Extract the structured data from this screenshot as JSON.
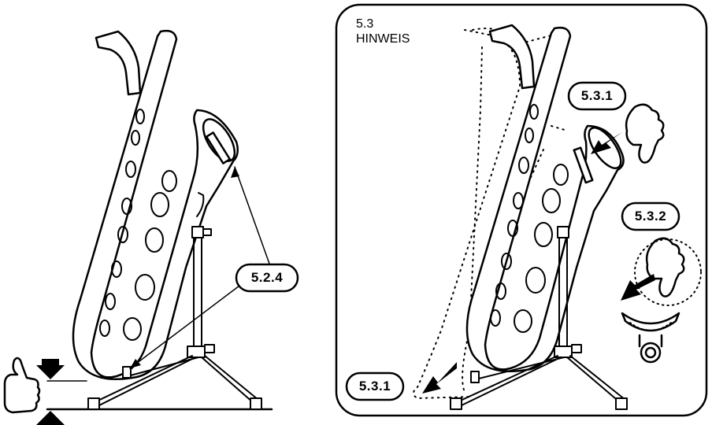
{
  "left_panel": {
    "callout_label": "5.2.4"
  },
  "right_panel": {
    "section_number": "5.3",
    "section_title": "HINWEIS",
    "callout_top": "5.3.1",
    "callout_bottom": "5.3.1",
    "callout_right": "5.3.2"
  },
  "colors": {
    "line": "#000000",
    "background": "#ffffff"
  },
  "icons": [
    "thumbs-up-icon",
    "thumbs-down-icon",
    "arrow-down-icon",
    "arrow-up-icon",
    "arrow-icon"
  ]
}
